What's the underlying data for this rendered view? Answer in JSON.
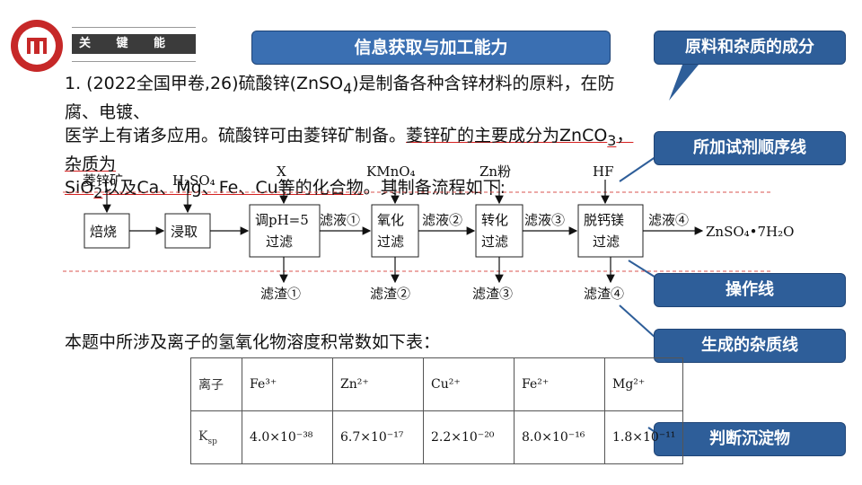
{
  "header": {
    "key_label": "关 键 能 力",
    "title_callout": "信息获取与加工能力"
  },
  "callouts": {
    "raw_material": "原料和杂质的成分",
    "reagent_line": "所加试剂顺序线",
    "operation_line": "操作线",
    "impurity_line": "生成的杂质线",
    "judge_precipitate": "判断沉淀物"
  },
  "problem": {
    "line1_a": "1. (2022全国甲卷,26)硫酸锌(ZnSO",
    "line1_sub": "4",
    "line1_b": ")是制备各种含锌材料的原料，在防腐、电镀、",
    "line2_a": "医学上有诸多应用。硫酸锌可由菱锌矿制备。",
    "line2_b": "菱锌矿的主要成分为ZnCO",
    "line2_sub": "3",
    "line2_c": "，杂质为",
    "line3_a": "SiO",
    "line3_sub": "2",
    "line3_b": "以及Ca、Mg、Fe、Cu等的化合物",
    "line3_c": "。其制备流程如下:"
  },
  "flow": {
    "inputs": [
      "菱锌矿",
      "H₂SO₄",
      "X",
      "KMnO₄",
      "Zn粉",
      "HF"
    ],
    "steps": [
      "焙烧",
      "浸取",
      "调pH=5",
      "过滤",
      "氧化",
      "过滤",
      "转化",
      "过滤",
      "脱钙镁",
      "过滤"
    ],
    "filtrates": [
      "滤液①",
      "滤液②",
      "滤液③",
      "滤液④"
    ],
    "residues": [
      "滤渣①",
      "滤渣②",
      "滤渣③",
      "滤渣④"
    ],
    "product": "ZnSO₄•7H₂O"
  },
  "table": {
    "intro": "本题中所涉及离子的氢氧化物溶度积常数如下表：",
    "row1_header": "离子",
    "row2_header": "K",
    "row2_header_sub": "sp",
    "ions": [
      "Fe³⁺",
      "Zn²⁺",
      "Cu²⁺",
      "Fe²⁺",
      "Mg²⁺"
    ],
    "ksp": [
      "4.0×10⁻³⁸",
      "6.7×10⁻¹⁷",
      "2.2×10⁻²⁰",
      "8.0×10⁻¹⁶",
      "1.8×10⁻¹¹"
    ]
  },
  "colors": {
    "callout_blue": "#2e5e99",
    "underline_red": "#d62020",
    "dashed_red": "#d9534f"
  }
}
